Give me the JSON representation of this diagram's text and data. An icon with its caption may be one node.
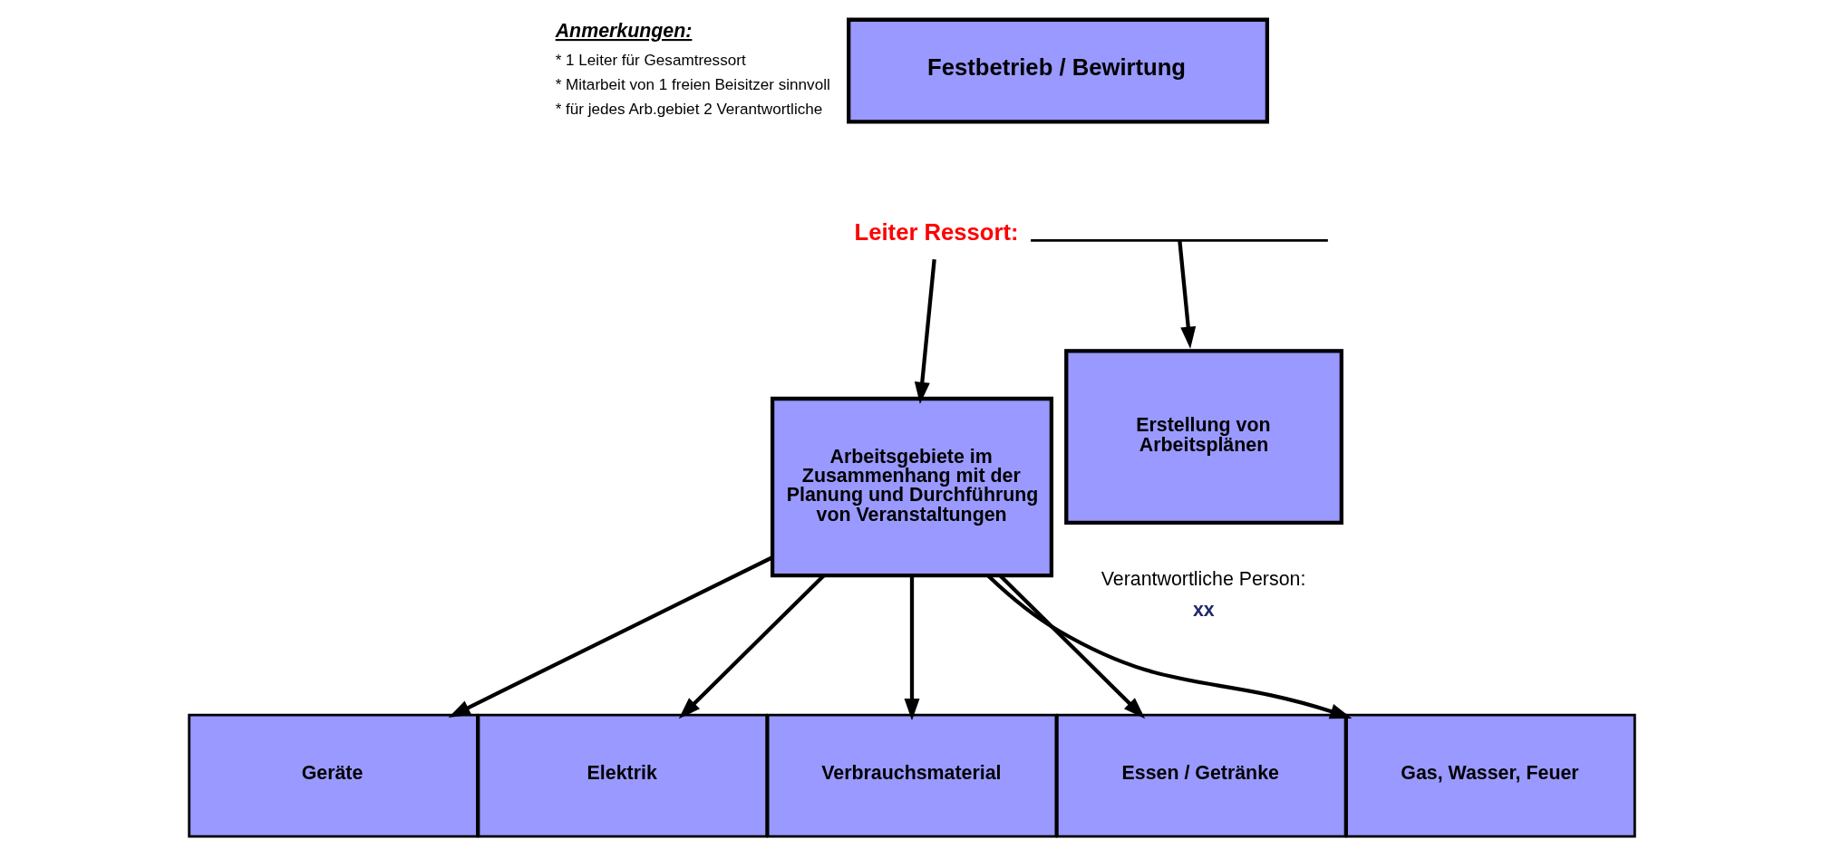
{
  "diagram": {
    "nodes": [
      {
        "text": [
          "Festbetrieb / Bewirtung"
        ]
      },
      {
        "text": [
          "Leiter Ressort:"
        ]
      },
      {
        "text": [],
        "shape": "line"
      },
      {
        "text": [
          "Arbeitsgebiete im Zusammenhang mit der Planung und Durchführung von Veranstaltungen"
        ]
      },
      {
        "text": [
          "Erstellung von Arbeitsplänen"
        ],
        "beside": [
          "Verantwortliche Person:",
          "xx"
        ]
      },
      {
        "text": [
          "Geräte"
        ]
      },
      {
        "text": [
          "Elektrik"
        ]
      },
      {
        "text": [
          "Verbrauchsmaterial"
        ]
      },
      {
        "text": [
          "Essen / Getränke"
        ]
      },
      {
        "text": [
          "Gas, Wasser, Feuer"
        ]
      }
    ],
    "edges": [
      {
        "from": 1,
        "to": 3,
        "arrow": "to"
      },
      {
        "from": 2,
        "to": 4,
        "arrow": "to"
      },
      {
        "from": 3,
        "to": 5,
        "arrow": "to"
      },
      {
        "from": 3,
        "to": 6,
        "arrow": "to"
      },
      {
        "from": 3,
        "to": 7,
        "arrow": "to"
      },
      {
        "from": 3,
        "to": 8,
        "arrow": "to"
      },
      {
        "from": 3,
        "to": 9,
        "arrow": "to"
      }
    ],
    "labels": [
      "Anmerkungen:",
      "* 1 Leiter für Gesamtressort",
      "* Mitarbeit von 1 freien Beisitzer sinnvoll",
      "* für jedes Arb.gebiet 2 Verantwortliche"
    ]
  }
}
